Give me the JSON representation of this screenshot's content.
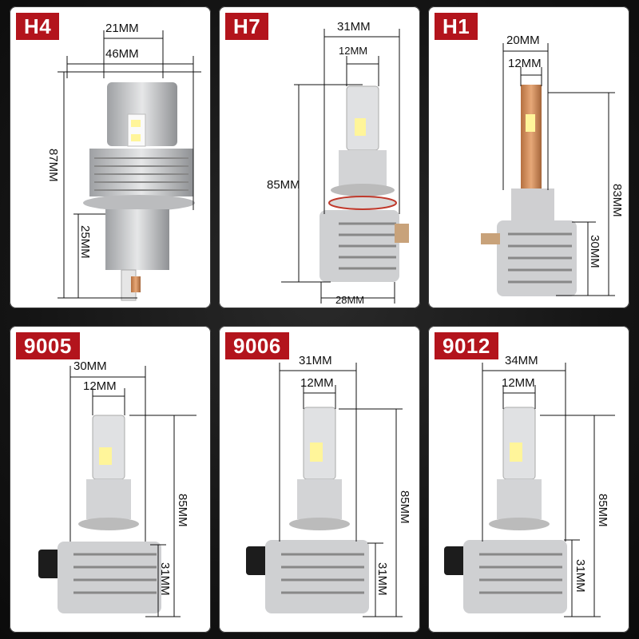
{
  "panels": [
    {
      "id": "h4",
      "label": "H4",
      "dims": {
        "w1": "21MM",
        "w2": "46MM",
        "h": "87MM",
        "base": "25MM"
      }
    },
    {
      "id": "h7",
      "label": "H7",
      "dims": {
        "w1": "31MM",
        "w2": "12MM",
        "h": "85MM",
        "base": "28MM"
      }
    },
    {
      "id": "h1",
      "label": "H1",
      "dims": {
        "w1": "20MM",
        "w2": "12MM",
        "h": "83MM",
        "base": "30MM"
      }
    },
    {
      "id": "9005",
      "label": "9005",
      "dims": {
        "w1": "30MM",
        "w2": "12MM",
        "h": "85MM",
        "base": "31MM"
      }
    },
    {
      "id": "9006",
      "label": "9006",
      "dims": {
        "w1": "31MM",
        "w2": "12MM",
        "h": "85MM",
        "base": "31MM"
      }
    },
    {
      "id": "9012",
      "label": "9012",
      "dims": {
        "w1": "34MM",
        "w2": "12MM",
        "h": "85MM",
        "base": "31MM"
      }
    }
  ],
  "colors": {
    "tag": "#b3141c",
    "background": "#151515",
    "panel": "#ffffff",
    "metal": "#c9cacc"
  }
}
